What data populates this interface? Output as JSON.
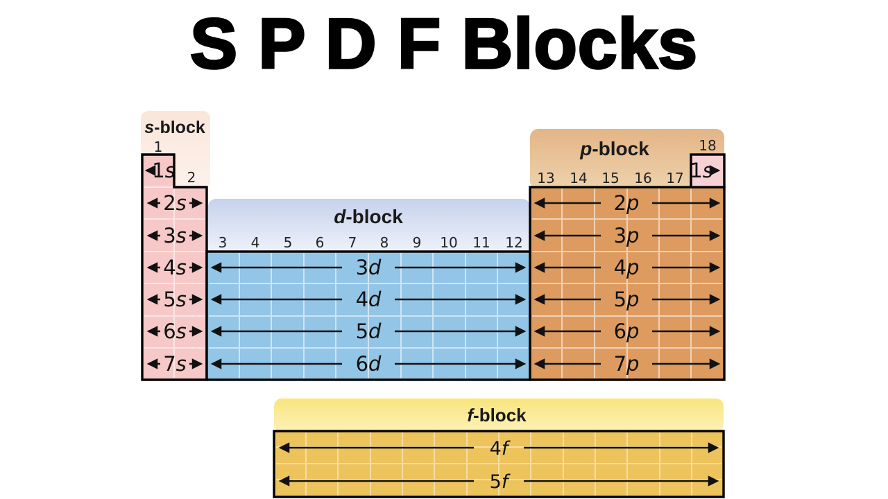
{
  "title": "S P D F Blocks",
  "blocks": {
    "s": {
      "letter": "s",
      "suffix": "-block"
    },
    "d": {
      "letter": "d",
      "suffix": "-block"
    },
    "p": {
      "letter": "p",
      "suffix": "-block"
    },
    "f": {
      "letter": "f",
      "suffix": "-block"
    }
  },
  "group_numbers": {
    "s": [
      "1",
      "2"
    ],
    "d": [
      "3",
      "4",
      "5",
      "6",
      "7",
      "8",
      "9",
      "10",
      "11",
      "12"
    ],
    "p": [
      "13",
      "14",
      "15",
      "16",
      "17"
    ],
    "he": "18"
  },
  "orbitals": {
    "s": [
      {
        "n": "1",
        "l": "s"
      },
      {
        "n": "2",
        "l": "s"
      },
      {
        "n": "3",
        "l": "s"
      },
      {
        "n": "4",
        "l": "s"
      },
      {
        "n": "5",
        "l": "s"
      },
      {
        "n": "6",
        "l": "s"
      },
      {
        "n": "7",
        "l": "s"
      }
    ],
    "d": [
      {
        "n": "3",
        "l": "d"
      },
      {
        "n": "4",
        "l": "d"
      },
      {
        "n": "5",
        "l": "d"
      },
      {
        "n": "6",
        "l": "d"
      }
    ],
    "p": [
      {
        "n": "2",
        "l": "p"
      },
      {
        "n": "3",
        "l": "p"
      },
      {
        "n": "4",
        "l": "p"
      },
      {
        "n": "5",
        "l": "p"
      },
      {
        "n": "6",
        "l": "p"
      },
      {
        "n": "7",
        "l": "p"
      }
    ],
    "f": [
      {
        "n": "4",
        "l": "f"
      },
      {
        "n": "5",
        "l": "f"
      }
    ],
    "he": {
      "n": "1",
      "l": "s"
    }
  },
  "colors": {
    "background": "#ffffff",
    "outline": "#000000",
    "arrow": "#111111",
    "s_header_top": "#fae6da",
    "s_header_bottom": "#fdf1ea",
    "s_body": "#f6c8c8",
    "he_cell": "#f8d1d5",
    "d_header_top": "#c6d2ec",
    "d_header_bottom": "#eef1fa",
    "d_body": "#92c5e6",
    "p_header_top": "#e3b габ688a",
    "p_body": "#dd9b60",
    "f_body": "#edc35c"
  }
}
